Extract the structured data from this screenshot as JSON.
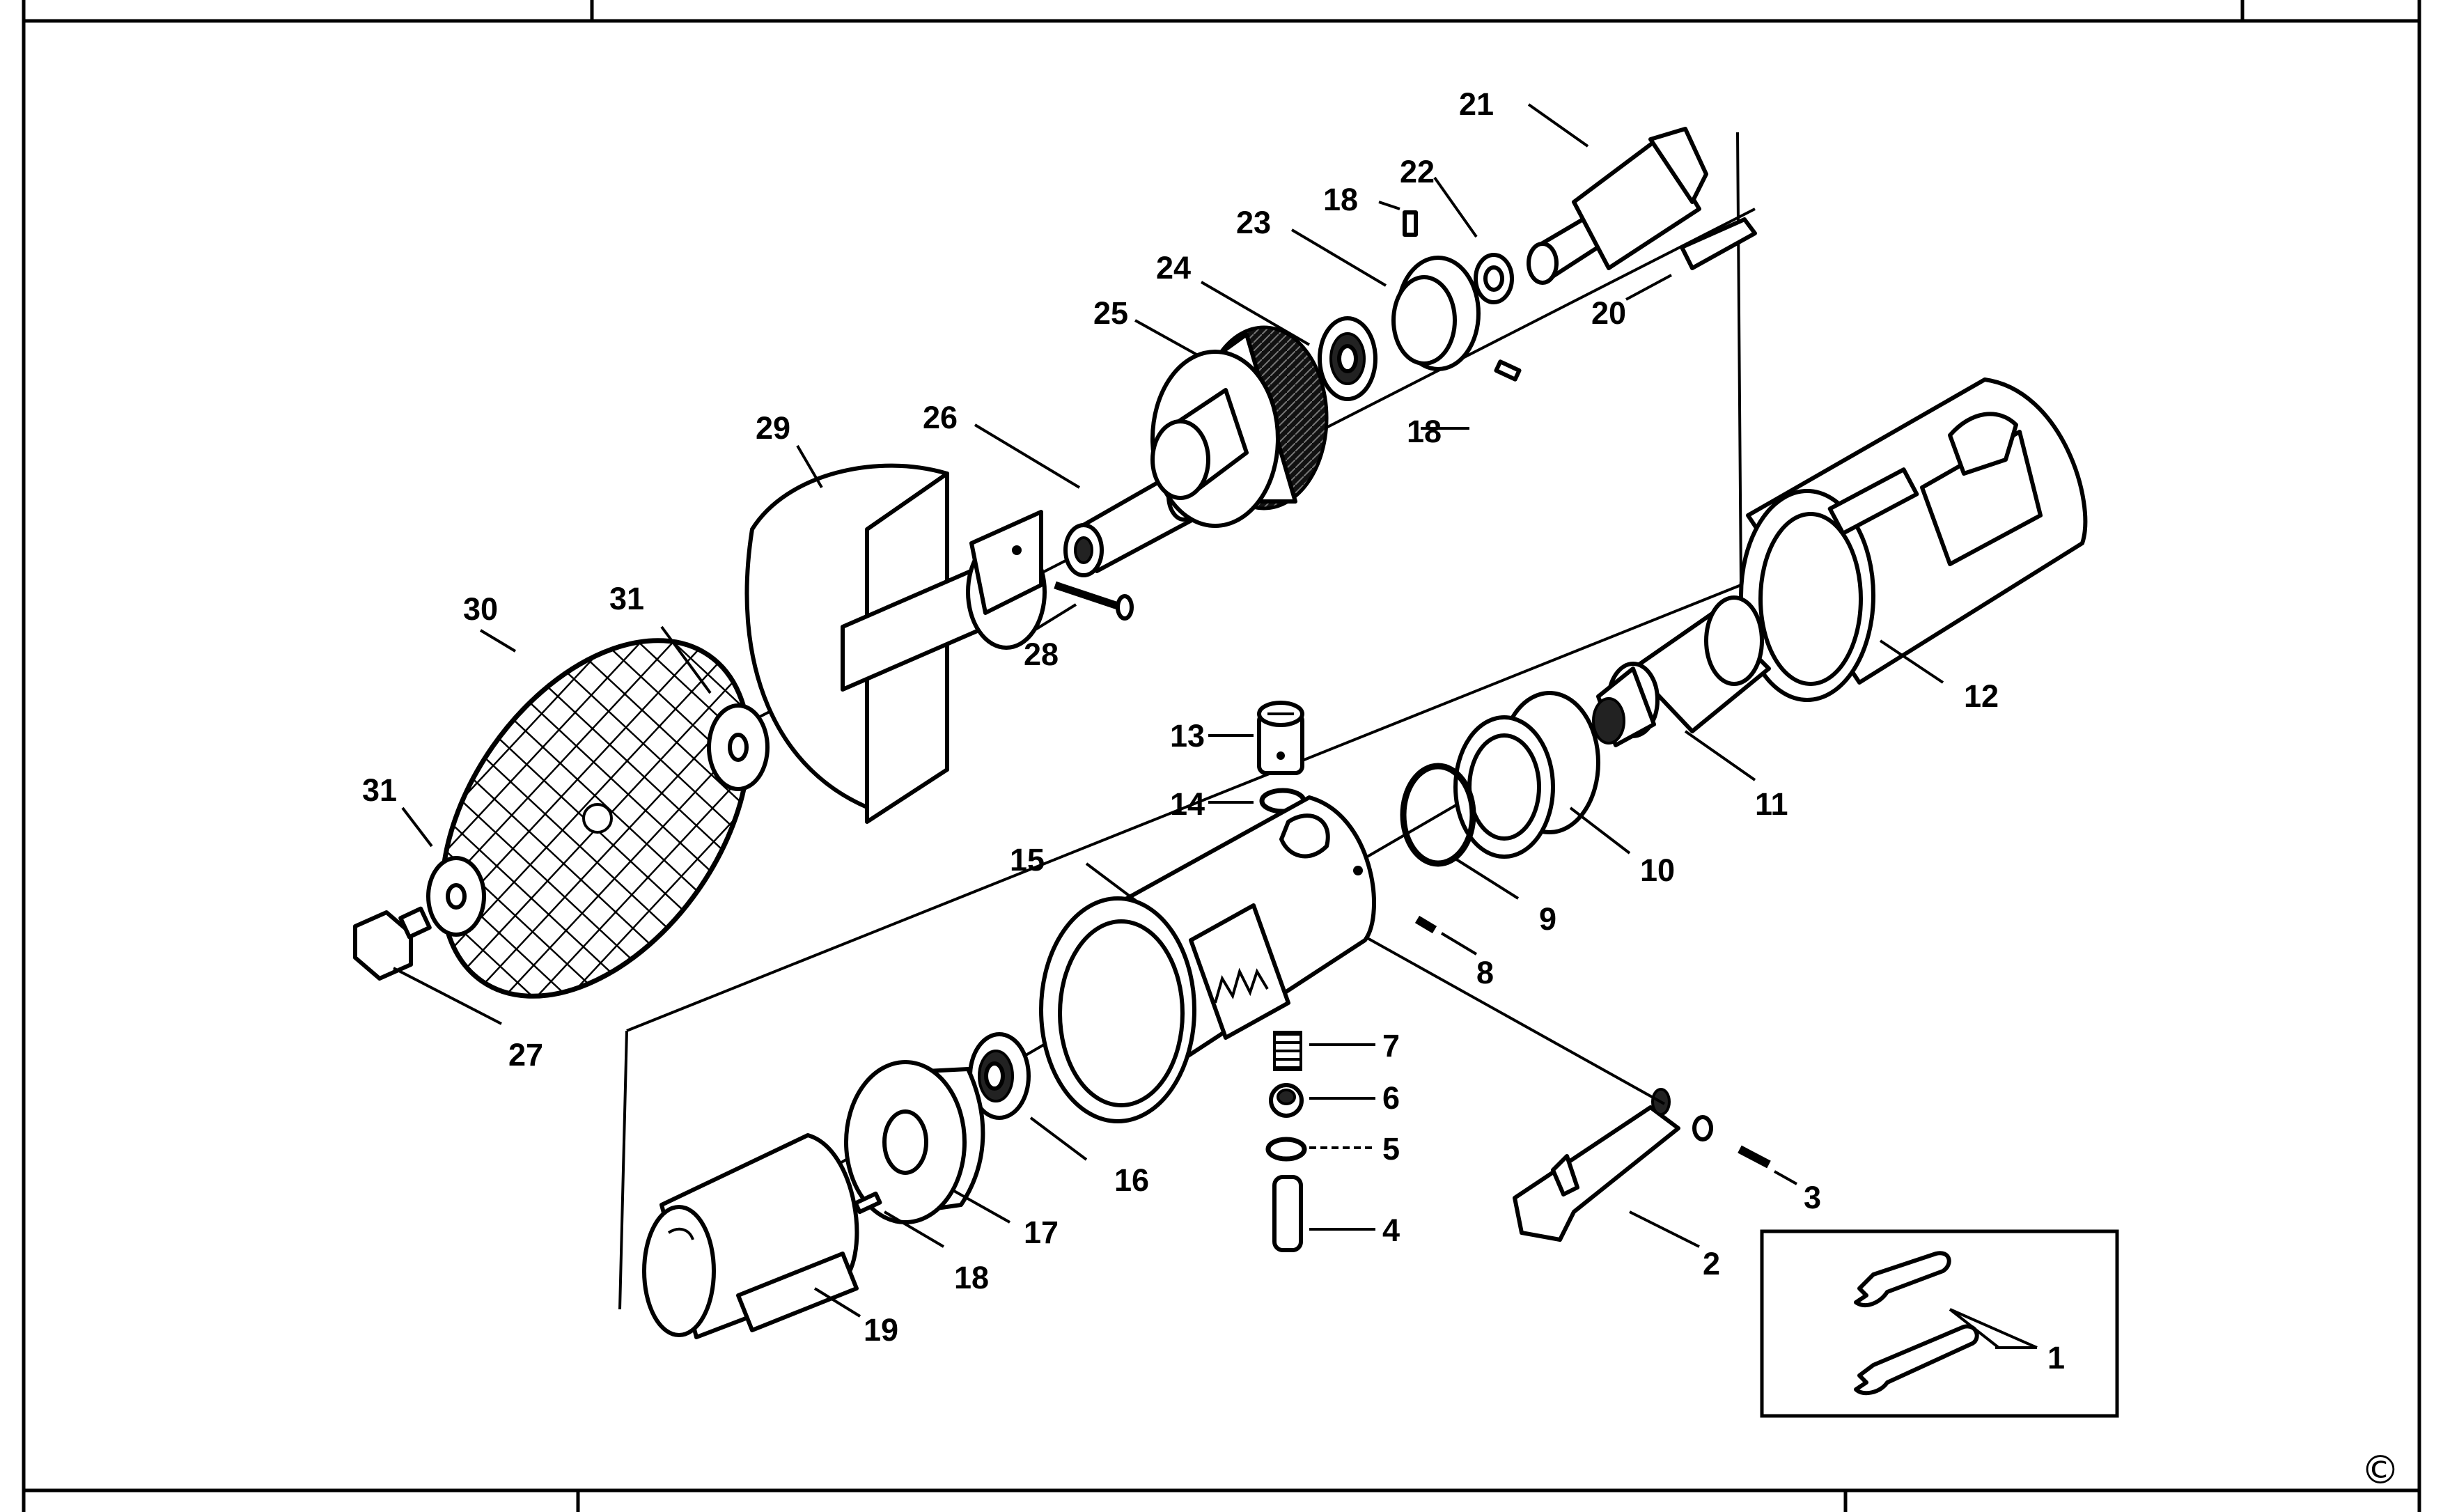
{
  "copyright_symbol": "©",
  "callouts": {
    "c1": "1",
    "c2": "2",
    "c3": "3",
    "c4": "4",
    "c5": "5",
    "c6": "6",
    "c7": "7",
    "c8": "8",
    "c9": "9",
    "c10": "10",
    "c11": "11",
    "c12": "12",
    "c13": "13",
    "c14": "14",
    "c15": "15",
    "c16": "16",
    "c17": "17",
    "c18a": "18",
    "c18b": "18",
    "c18c": "18",
    "c19": "19",
    "c20": "20",
    "c21": "21",
    "c22": "22",
    "c23": "23",
    "c24": "24",
    "c25": "25",
    "c26": "26",
    "c27": "27",
    "c28": "28",
    "c29": "29",
    "c30": "30",
    "c31a": "31",
    "c31b": "31"
  }
}
